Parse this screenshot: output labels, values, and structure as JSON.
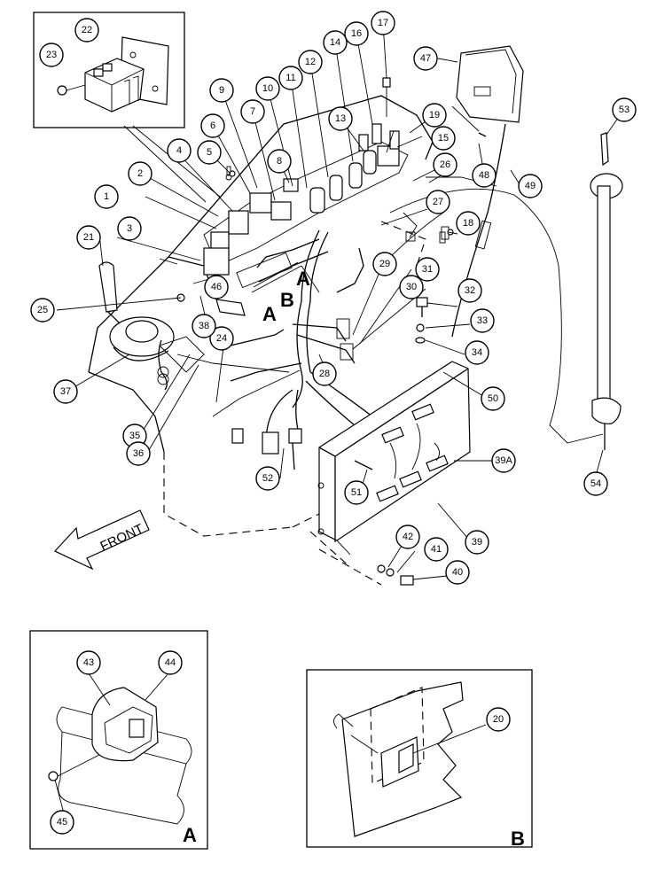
{
  "diagram": {
    "front_label": "FRONT",
    "view_labels": {
      "main_a1": "A",
      "main_b": "B",
      "main_a2": "A",
      "inset_a": "A",
      "inset_b": "B"
    },
    "callouts": [
      "1",
      "2",
      "3",
      "4",
      "5",
      "6",
      "7",
      "8",
      "9",
      "10",
      "11",
      "12",
      "13",
      "14",
      "15",
      "16",
      "17",
      "18",
      "19",
      "20",
      "21",
      "22",
      "23",
      "24",
      "25",
      "26",
      "27",
      "28",
      "29",
      "30",
      "31",
      "32",
      "33",
      "34",
      "35",
      "36",
      "37",
      "38",
      "39",
      "39A",
      "40",
      "41",
      "42",
      "43",
      "44",
      "45",
      "46",
      "46",
      "47",
      "48",
      "49",
      "50",
      "51",
      "52",
      "53",
      "54"
    ]
  }
}
